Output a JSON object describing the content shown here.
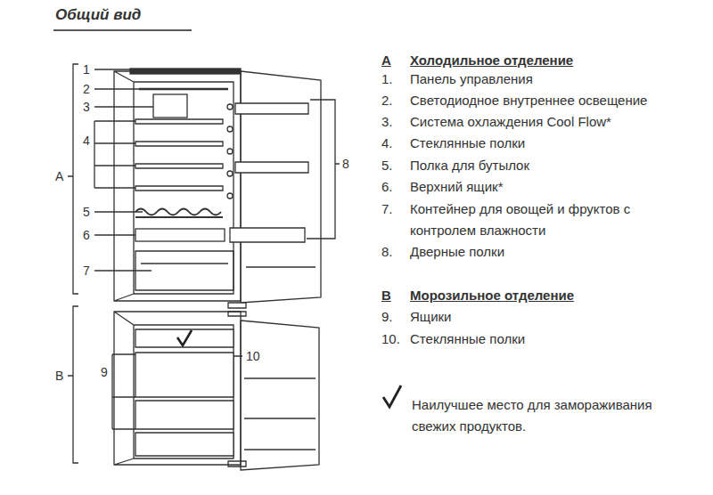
{
  "diagram": {
    "title": "Общий вид",
    "labels": [
      "1",
      "2",
      "3",
      "4",
      "5",
      "6",
      "7",
      "A",
      "B",
      "8",
      "9",
      "10",
      "A",
      "Холодильное отделение",
      "1.",
      "Панель управления",
      "2.",
      "Светодиодное внутреннее освещение",
      "3.",
      "Система охлаждения Cool Flow*",
      "4.",
      "Стеклянные полки",
      "5.",
      "Полка для бутылок",
      "6.",
      "Верхний ящик*",
      "7.",
      "Контейнер для овощей и фруктов с контролем влажности",
      "8.",
      "Дверные полки",
      "B",
      "Морозильное отделение",
      "9.",
      "Ящики",
      "10.",
      "Стеклянные полки"
    ],
    "legend": [
      {
        "text": "Наилучшее место для замораживания свежих продуктов."
      }
    ]
  }
}
